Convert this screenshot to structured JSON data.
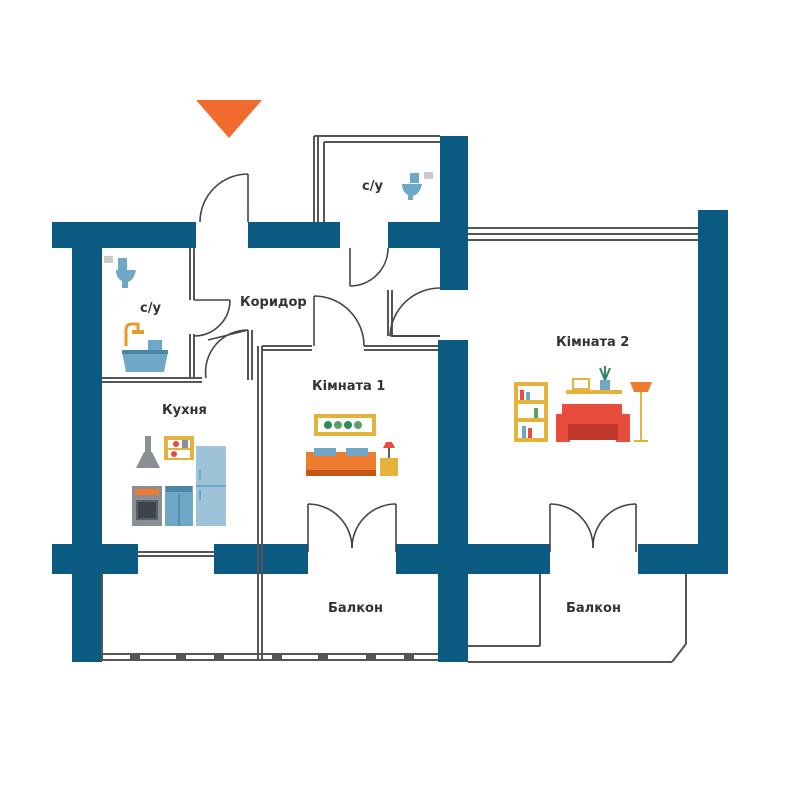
{
  "colors": {
    "wall": "#0b5a82",
    "accent": "#f26b2e",
    "thin_line": "#444444",
    "glass": "#1e6a92"
  },
  "rooms": {
    "wc_top": "с/у",
    "wc_left": "с/у",
    "corridor": "Коридор",
    "kitchen": "Кухня",
    "room1": "Кімната 1",
    "room2": "Кімната 2",
    "balcony1": "Балкон",
    "balcony2": "Балкон"
  },
  "icons": {
    "entrance": "entrance-arrow-icon",
    "toilet": "toilet-icon",
    "bathtub": "bathtub-icon",
    "kitchen_set": "kitchen-set-icon",
    "bed": "bed-icon",
    "living": "living-room-set-icon"
  }
}
